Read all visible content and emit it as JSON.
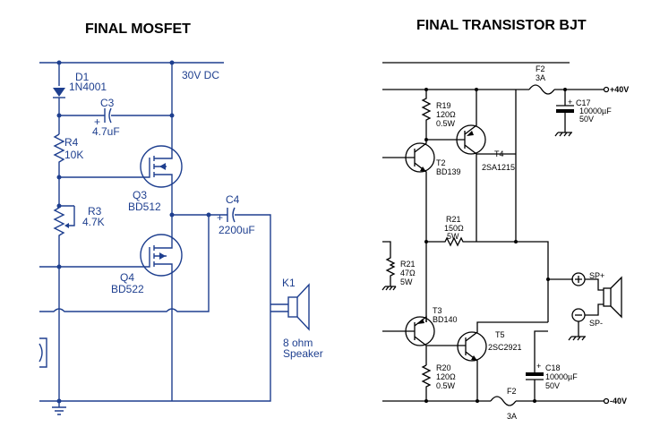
{
  "left_circuit": {
    "title": "FINAL MOSFET",
    "supply": "30V DC",
    "d1": {
      "ref": "D1",
      "value": "1N4001"
    },
    "c3": {
      "ref": "C3",
      "value": "4.7uF"
    },
    "r4": {
      "ref": "R4",
      "value": "10K"
    },
    "r3": {
      "ref": "R3",
      "value": "4.7K"
    },
    "q3": {
      "ref": "Q3",
      "value": "BD512"
    },
    "q4": {
      "ref": "Q4",
      "value": "BD522"
    },
    "c4": {
      "ref": "C4",
      "value": "2200uF"
    },
    "k1": {
      "ref": "K1",
      "value_line1": "8 ohm",
      "value_line2": "Speaker"
    }
  },
  "right_circuit": {
    "title": "FINAL TRANSISTOR BJT",
    "f2_top": {
      "ref": "F2",
      "value": "3A"
    },
    "plus_rail": "+40V",
    "minus_rail": "-40V",
    "c17": {
      "ref": "C17",
      "value": "10000µF",
      "voltage": "50V"
    },
    "r19": {
      "ref": "R19",
      "value": "120Ω",
      "power": "0.5W"
    },
    "t4": {
      "ref": "T4",
      "value": "2SA1215"
    },
    "t2": {
      "ref": "T2",
      "value": "BD139"
    },
    "r21_top": {
      "ref": "R21",
      "value": "150Ω",
      "power": "5W"
    },
    "r21_left": {
      "ref": "R21",
      "value": "47Ω",
      "power": "5W"
    },
    "sp_plus": "SP+",
    "sp_minus": "SP-",
    "t3": {
      "ref": "T3",
      "value": "BD140"
    },
    "t5": {
      "ref": "T5",
      "value": "2SC2921"
    },
    "r20": {
      "ref": "R20",
      "value": "120Ω",
      "power": "0.5W"
    },
    "c18": {
      "ref": "C18",
      "value": "10000µF",
      "voltage": "50V"
    },
    "f2_bottom": {
      "ref": "F2",
      "value": "3A"
    }
  }
}
